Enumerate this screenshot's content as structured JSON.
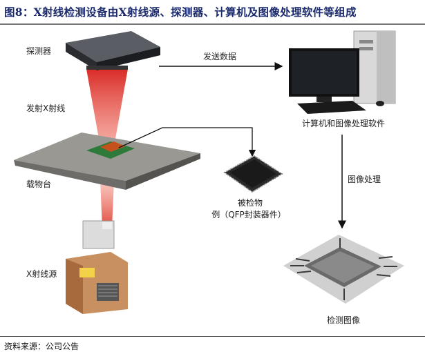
{
  "title": "图8：X射线检测设备由X射线源、探测器、计算机及图像处理软件等组成",
  "labels": {
    "detector": "探测器",
    "emit_xray": "发射X射线",
    "stage": "载物台",
    "xray_source": "X射线源",
    "send_data": "发送数据",
    "computer": "计算机和图像处理软件",
    "image_processing": "图像处理",
    "sample_line1": "被检物",
    "sample_line2": "例（QFP封装器件）",
    "inspection_image": "检测图像"
  },
  "source": "资料来源：公司公告",
  "colors": {
    "title": "#1a2a6c",
    "beam": "#d8201c"
  }
}
